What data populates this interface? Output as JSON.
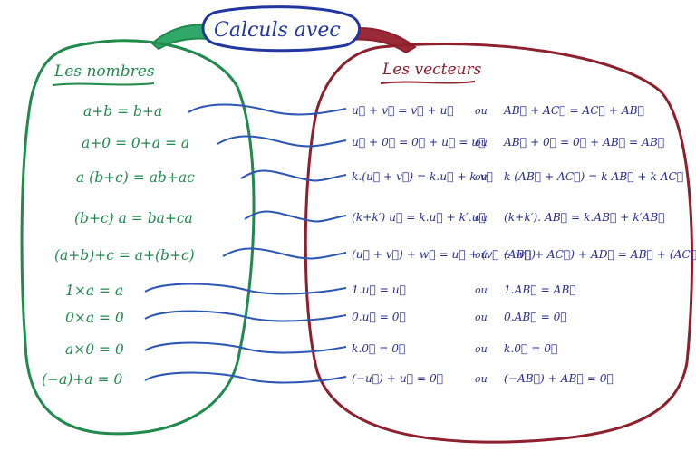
{
  "title": "Calculs avec",
  "left_heading": "Les nombres",
  "right_heading": "Les vecteurs",
  "numbers": [
    "a+b = b+a",
    "a+0 = 0+a = a",
    "a (b+c) = ab+ac",
    "(b+c) a = ba+ca",
    "(a+b)+c = a+(b+c)",
    "1×a = a",
    "0×a = 0",
    "a×0 = 0",
    "(−a)+a = 0"
  ],
  "vectors": [
    "u⃗ + v⃗ = v⃗ + u⃗",
    "u⃗ + 0⃗ = 0⃗ + u⃗ = u⃗",
    "k.(u⃗ + v⃗) = k.u⃗ + k.v⃗",
    "(k+k′) u⃗ = k.u⃗ + k′.u⃗",
    "(u⃗ + v⃗) + w⃗ = u⃗ + (v⃗ + w⃗)",
    "1.u⃗ = u⃗",
    "0.u⃗ = 0⃗",
    "k.0⃗ = 0⃗",
    "(−u⃗) + u⃗ = 0⃗"
  ],
  "ou_label": "ou",
  "points": [
    "AB⃗ + AC⃗ = AC⃗ + AB⃗",
    "AB⃗ + 0⃗ = 0⃗ + AB⃗ = AB⃗",
    "k (AB⃗ + AC⃗) = k AB⃗ + k AC⃗",
    "(k+k′). AB⃗ = k.AB⃗ + k′AB⃗",
    "(AB⃗ + AC⃗) + AD⃗ = AB⃗ + (AC⃗ + AD⃗)",
    "1.AB⃗ = AB⃗",
    "0.AB⃗ = 0⃗",
    "k.0⃗ = 0⃗",
    "(−AB⃗) + AB⃗ = 0⃗"
  ],
  "colors": {
    "green": "#1f8a4c",
    "green_fill": "#2fa86a",
    "red": "#8e1f2d",
    "blue": "#2136a3",
    "connector": "#2b56b4"
  }
}
